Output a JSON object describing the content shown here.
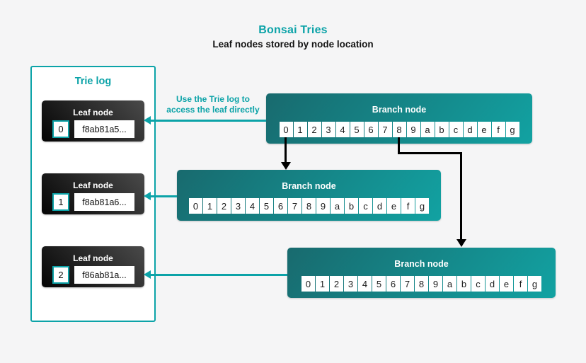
{
  "title": "Bonsai Tries",
  "subtitle": "Leaf nodes stored by node location",
  "annotation": {
    "line1": "Use the Trie log to",
    "line2": "access the leaf directly"
  },
  "trie_log": {
    "title": "Trie log",
    "leaves": [
      {
        "label": "Leaf node",
        "index": "0",
        "hash": "f8ab81a5..."
      },
      {
        "label": "Leaf node",
        "index": "1",
        "hash": "f8ab81a6..."
      },
      {
        "label": "Leaf node",
        "index": "2",
        "hash": "f86ab81a..."
      }
    ]
  },
  "branch_nodes": [
    {
      "label": "Branch node",
      "cells": [
        "0",
        "1",
        "2",
        "3",
        "4",
        "5",
        "6",
        "7",
        "8",
        "9",
        "a",
        "b",
        "c",
        "d",
        "e",
        "f",
        "g"
      ]
    },
    {
      "label": "Branch node",
      "cells": [
        "0",
        "1",
        "2",
        "3",
        "4",
        "5",
        "6",
        "7",
        "8",
        "9",
        "a",
        "b",
        "c",
        "d",
        "e",
        "f",
        "g"
      ]
    },
    {
      "label": "Branch node",
      "cells": [
        "0",
        "1",
        "2",
        "3",
        "4",
        "5",
        "6",
        "7",
        "8",
        "9",
        "a",
        "b",
        "c",
        "d",
        "e",
        "f",
        "g"
      ]
    }
  ],
  "colors": {
    "accent_teal": "#0ca3a8",
    "branch_gradient_start": "#186a6e",
    "branch_gradient_end": "#12a2a2",
    "leaf_gradient_start": "#040404",
    "leaf_gradient_end": "#4a4a4a",
    "arrow_black": "#000000",
    "background": "#f5f5f6"
  }
}
